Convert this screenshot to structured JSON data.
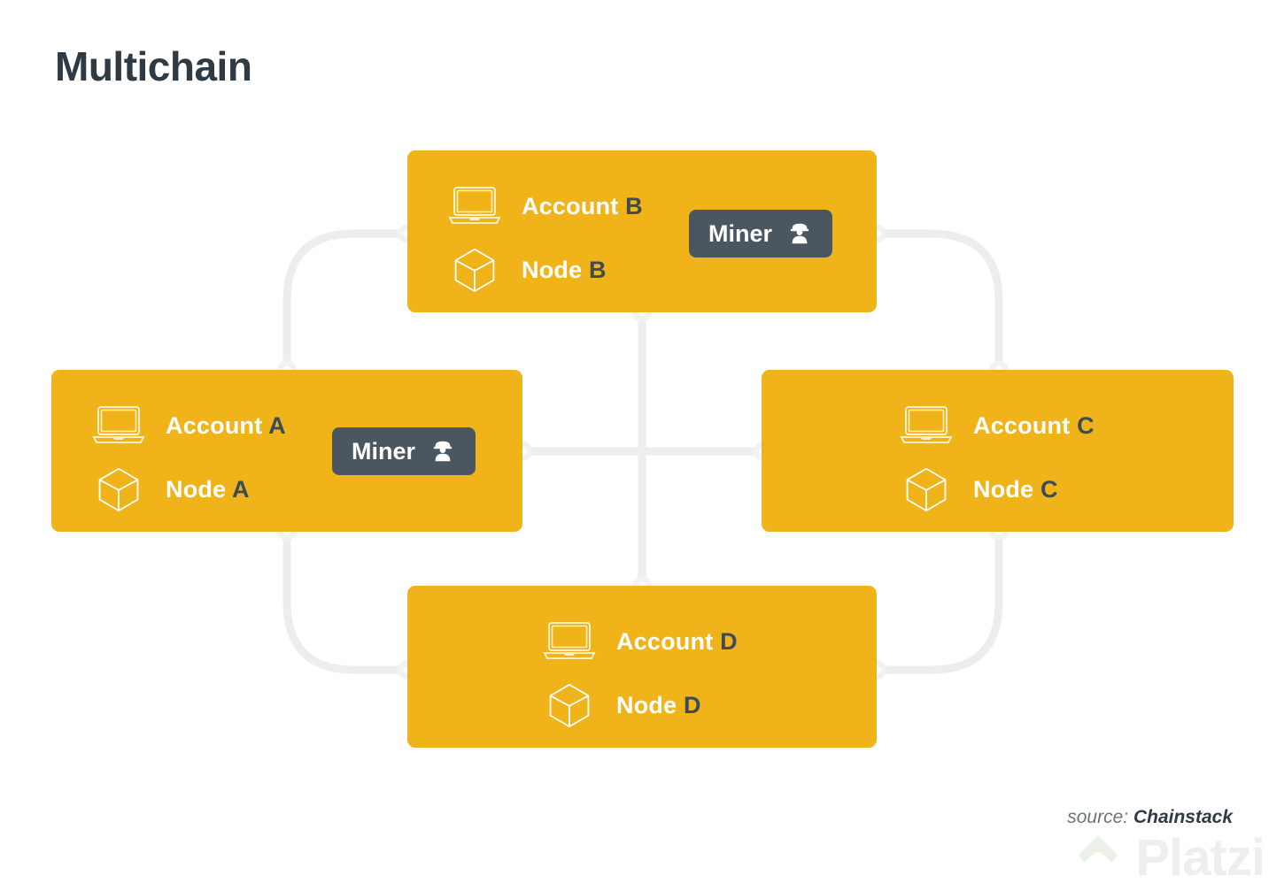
{
  "title": "Multichain",
  "theme": {
    "background": "#ffffff",
    "node_fill": "#f0b41a",
    "node_text": "#ffffff",
    "accent_letter": "#3d4b56",
    "badge_fill": "#4a5761",
    "connector": "#ededed",
    "title_color": "#2e3b44",
    "watermark_text": "#edeef0",
    "watermark_mark": "#edf2e9"
  },
  "diagram": {
    "type": "network-topology",
    "nodes": [
      {
        "id": "A",
        "position": "left",
        "account_label": "Account",
        "account_letter": "A",
        "node_label": "Node",
        "node_letter": "A",
        "miner": true,
        "miner_label": "Miner",
        "icons": [
          "laptop-icon",
          "cube-icon",
          "miner-icon"
        ]
      },
      {
        "id": "B",
        "position": "top",
        "account_label": "Account",
        "account_letter": "B",
        "node_label": "Node",
        "node_letter": "B",
        "miner": true,
        "miner_label": "Miner",
        "icons": [
          "laptop-icon",
          "cube-icon",
          "miner-icon"
        ]
      },
      {
        "id": "C",
        "position": "right",
        "account_label": "Account",
        "account_letter": "C",
        "node_label": "Node",
        "node_letter": "C",
        "miner": false,
        "miner_label": "",
        "icons": [
          "laptop-icon",
          "cube-icon"
        ]
      },
      {
        "id": "D",
        "position": "bottom",
        "account_label": "Account",
        "account_letter": "D",
        "node_label": "Node",
        "node_letter": "D",
        "miner": false,
        "miner_label": "",
        "icons": [
          "laptop-icon",
          "cube-icon"
        ]
      }
    ],
    "connections": [
      {
        "from": "A",
        "to": "B",
        "style": "curved"
      },
      {
        "from": "B",
        "to": "C",
        "style": "curved"
      },
      {
        "from": "A",
        "to": "D",
        "style": "curved"
      },
      {
        "from": "D",
        "to": "C",
        "style": "curved"
      },
      {
        "from": "A",
        "to": "C",
        "style": "straight-horizontal"
      },
      {
        "from": "B",
        "to": "D",
        "style": "straight-vertical"
      }
    ]
  },
  "source": {
    "prefix": "source:",
    "name": "Chainstack"
  },
  "watermark": {
    "brand": "Platzi"
  }
}
